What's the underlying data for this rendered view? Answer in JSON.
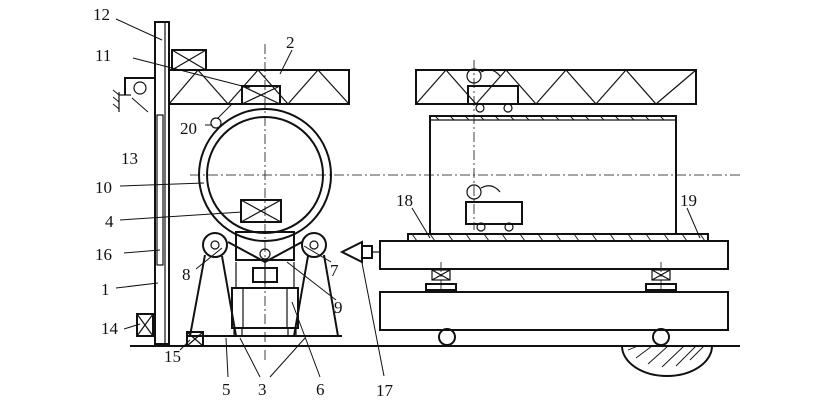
{
  "labels": [
    "1",
    "2",
    "3",
    "4",
    "5",
    "6",
    "7",
    "8",
    "9",
    "10",
    "11",
    "12",
    "13",
    "14",
    "15",
    "16",
    "17",
    "18",
    "19",
    "20"
  ],
  "colors": {
    "ink": "#111111",
    "background": "#ffffff"
  }
}
